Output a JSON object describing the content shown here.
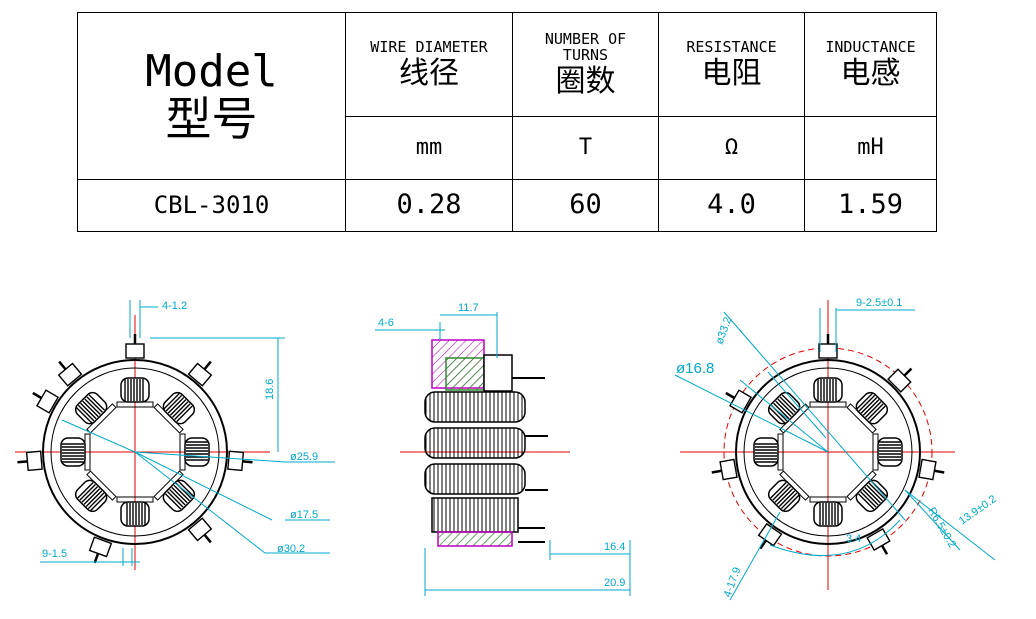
{
  "table": {
    "model_en": "Model",
    "model_cn": "型号",
    "headers": [
      {
        "en": "WIRE DIAMETER",
        "cn": "线径",
        "unit": "mm"
      },
      {
        "en": "NUMBER OF TURNS",
        "cn": "圈数",
        "unit": "T"
      },
      {
        "en": "RESISTANCE",
        "cn": "电阻",
        "unit": "Ω"
      },
      {
        "en": "INDUCTANCE",
        "cn": "电感",
        "unit": "mH"
      }
    ],
    "row": {
      "model": "CBL-3010",
      "values": [
        "0.28",
        "60",
        "4.0",
        "1.59"
      ]
    }
  },
  "drawings": {
    "front": {
      "pitch": "4-1.2",
      "height": "18.6",
      "d1": "ø25.9",
      "d2": "ø17.5",
      "d3": "ø30.2",
      "pins": "9-1.5"
    },
    "side": {
      "pitch": "4-6",
      "width": "11.7",
      "len1": "16.4",
      "len2": "20.9"
    },
    "rear": {
      "d1": "ø33.2",
      "d2": "ø16.8",
      "pins": "9-2.5±0.1",
      "r1": "R6.5±0.2",
      "r2": "13.9±0.2",
      "angle": "4-17.9",
      "small": "3.4"
    }
  },
  "colors": {
    "dim": "#00aacc",
    "center": "#e60000",
    "coil": "#c000c0",
    "core": "#2e8b2e",
    "line": "#000000"
  }
}
